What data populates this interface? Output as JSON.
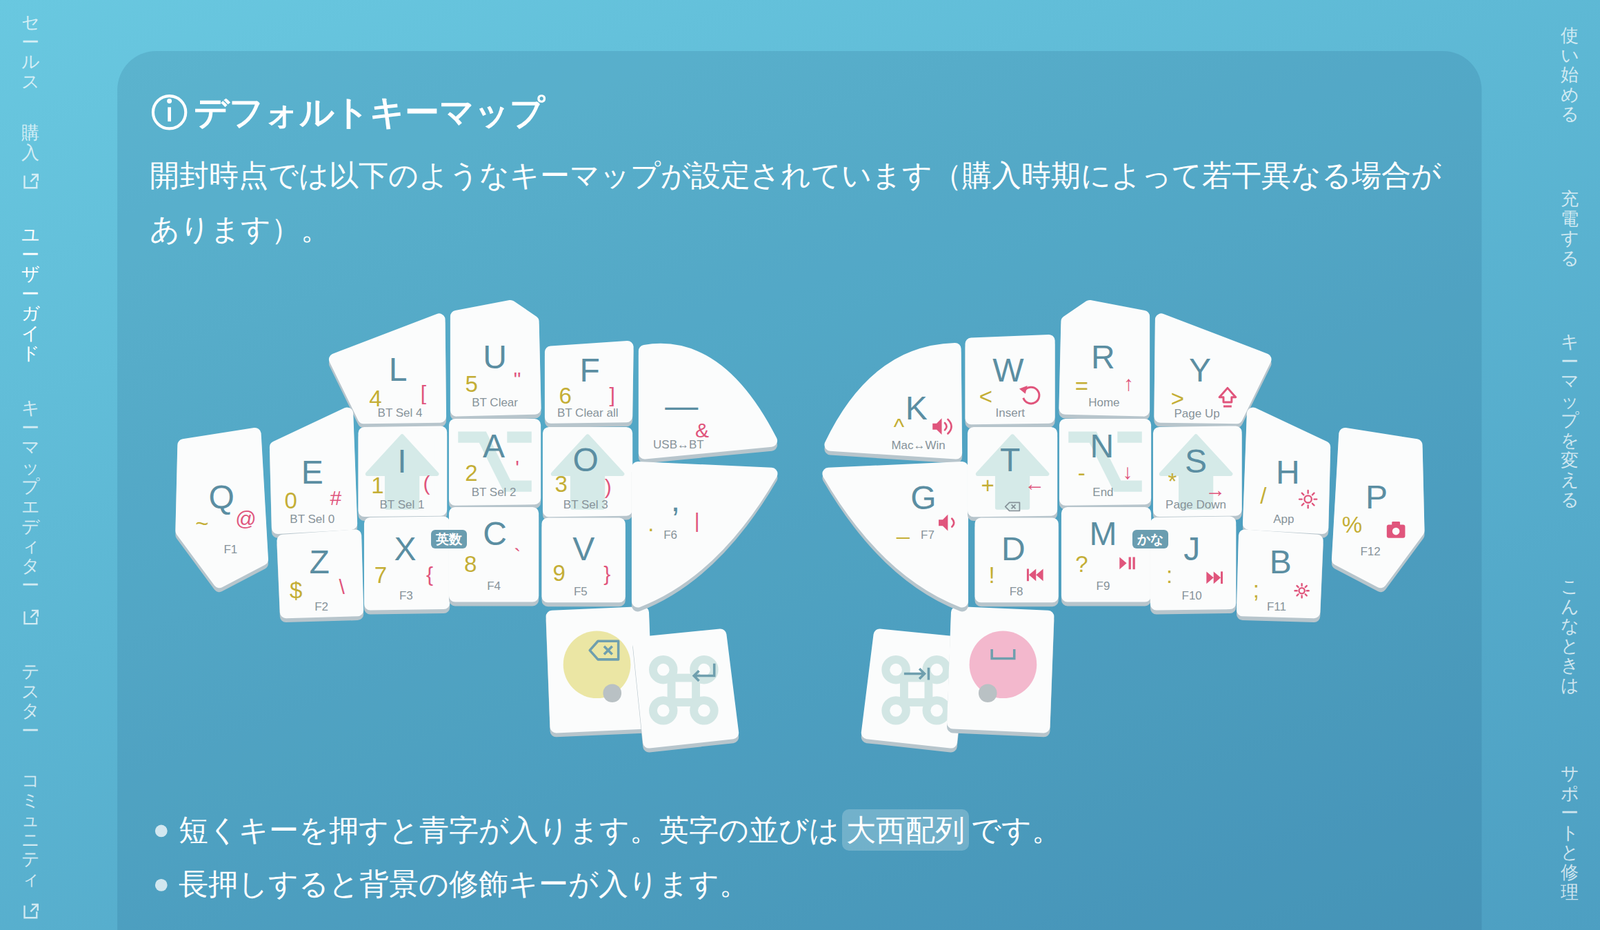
{
  "diagram": {
    "title": "デフォルトキーマップ",
    "nodes": [
      {
        "text": [
          "開封時点では以下のようなキーマップが設定されています（購入時期によって若干異なる場合があります）。"
        ]
      },
      {
        "text": [
          "L",
          "4",
          "[",
          "BT Sel 4"
        ],
        "in": 0
      },
      {
        "text": [
          "U",
          "5",
          "\"",
          "BT Clear"
        ],
        "in": 0
      },
      {
        "text": [
          "F",
          "6",
          "]",
          "BT Clear all"
        ],
        "in": 0
      },
      {
        "text": [
          "—",
          "&",
          "USB↔BT"
        ],
        "in": 0
      },
      {
        "text": [
          "Q",
          "~",
          "@",
          "F1"
        ],
        "in": 0
      },
      {
        "text": [
          "E",
          "0",
          "#",
          "BT Sel 0"
        ],
        "in": 0
      },
      {
        "text": [
          "I",
          "1",
          "(",
          "BT Sel 1"
        ],
        "in": 0
      },
      {
        "text": [
          "A",
          "2",
          "'",
          "BT Sel 2"
        ],
        "in": 0
      },
      {
        "text": [
          "O",
          "3",
          ")",
          "BT Sel 3"
        ],
        "in": 0
      },
      {
        "text": [
          ",",
          ".",
          "|",
          "F6"
        ],
        "in": 0
      },
      {
        "text": [
          "Z",
          "$",
          "\\",
          "F2"
        ],
        "in": 0
      },
      {
        "text": [
          "X",
          "7",
          "{",
          "F3"
        ],
        "in": 0
      },
      {
        "text": [
          "C",
          "8",
          "`",
          "F4"
        ],
        "in": 0
      },
      {
        "text": [
          "V",
          "9",
          "}",
          "F5"
        ],
        "in": 0
      },
      {
        "text": [
          "英数"
        ],
        "in": 0
      },
      {
        "text": [
          "K",
          "^",
          "Mac↔Win"
        ],
        "in": 0
      },
      {
        "text": [
          "W",
          "<",
          "Insert"
        ],
        "in": 0
      },
      {
        "text": [
          "R",
          "=",
          "↑",
          "Home"
        ],
        "in": 0
      },
      {
        "text": [
          "Y",
          ">",
          "Page Up"
        ],
        "in": 0
      },
      {
        "text": [
          "G",
          "_",
          "F7"
        ],
        "in": 0
      },
      {
        "text": [
          "T",
          "+",
          "←"
        ],
        "in": 0
      },
      {
        "text": [
          "N",
          "-",
          "↓",
          "End"
        ],
        "in": 0
      },
      {
        "text": [
          "S",
          "*",
          "→",
          "Page Down"
        ],
        "in": 0
      },
      {
        "text": [
          "H",
          "/",
          "App"
        ],
        "in": 0
      },
      {
        "text": [
          "P",
          "%",
          "F12"
        ],
        "in": 0
      },
      {
        "text": [
          "D",
          "!",
          "F8"
        ],
        "in": 0
      },
      {
        "text": [
          "M",
          "?",
          "F9"
        ],
        "in": 0
      },
      {
        "text": [
          "J",
          ":",
          "F10"
        ],
        "in": 0
      },
      {
        "text": [
          "B",
          ";",
          "F11"
        ],
        "in": 0
      },
      {
        "text": [
          "かな"
        ],
        "in": 0
      },
      {
        "text": [
          "大西配列"
        ],
        "in": 0
      }
    ],
    "labels": [
      "短くキーを押すと青字が入ります。英字の並びは",
      "です。",
      "長押しすると背景の修飾キーが入ります。",
      "セールス",
      "購入",
      "ユーザーガイド",
      "キーマップエディター",
      "テスター",
      "コミュニティ",
      "使い始める",
      "充電する",
      "キーマップを変える",
      "こんなときは",
      "サポートと修理"
    ]
  }
}
